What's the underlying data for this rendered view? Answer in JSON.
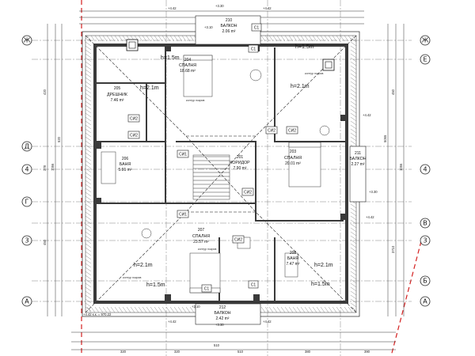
{
  "axes": {
    "rows": [
      "Ж",
      "Е",
      "Д",
      "4",
      "Г",
      "В",
      "3",
      "Б",
      "А"
    ],
    "top_marks": [
      "+4.42",
      "+3.30",
      "+4.42"
    ],
    "bottom_marks": [
      "+4.42",
      "+3.30",
      "+4.42"
    ]
  },
  "rooms": {
    "r204": {
      "num": "204",
      "name": "СПАЛНЯ",
      "area": "18.68 m²"
    },
    "r205": {
      "num": "205",
      "name": "ДРЕШНИК",
      "area": "7.46 m²"
    },
    "r206": {
      "num": "206",
      "name": "БАНЯ",
      "area": "5.91 m²"
    },
    "r201": {
      "num": "201",
      "name": "КОРИДОР",
      "area": "7.90 m²"
    },
    "r203": {
      "num": "203",
      "name": "СПАЛНЯ",
      "area": "20.01 m²"
    },
    "r211": {
      "num": "211",
      "name": "БАЛКОН",
      "area": "2.27 m²"
    },
    "r207": {
      "num": "207",
      "name": "СПАЛНЯ",
      "area": "23.57 m²"
    },
    "r208": {
      "num": "208",
      "name": "БАНЯ",
      "area": "7.47 m²"
    },
    "r210": {
      "num": "210",
      "name": "БАЛКОН",
      "area": "2.06 m²"
    },
    "r212": {
      "num": "212",
      "name": "БАЛКОН",
      "area": "2.42 m²"
    }
  },
  "heights": {
    "h15": "h=1.5m",
    "h21": "h=2.1m"
  },
  "equipment": {
    "c1": "C1",
    "si2": "СИ2",
    "si1": "СИ1"
  },
  "notes": {
    "roof_contour": "контур покрив",
    "base_elev": "+4.42 к.к. = 970.22",
    "elev_310": "+3.10",
    "elev_442": "+4.42",
    "elev_330": "+3.30"
  },
  "dims": {
    "left": [
      "420",
      "378",
      "1056",
      "450",
      "520"
    ],
    "right": [
      "450",
      "5055",
      "1056",
      "3710"
    ],
    "bottom": [
      "320",
      "510",
      "320",
      "510",
      "380",
      "390"
    ]
  },
  "colors": {
    "wall": "#3a3a3a",
    "red_boundary": "#d42020",
    "axis": "#666666"
  }
}
